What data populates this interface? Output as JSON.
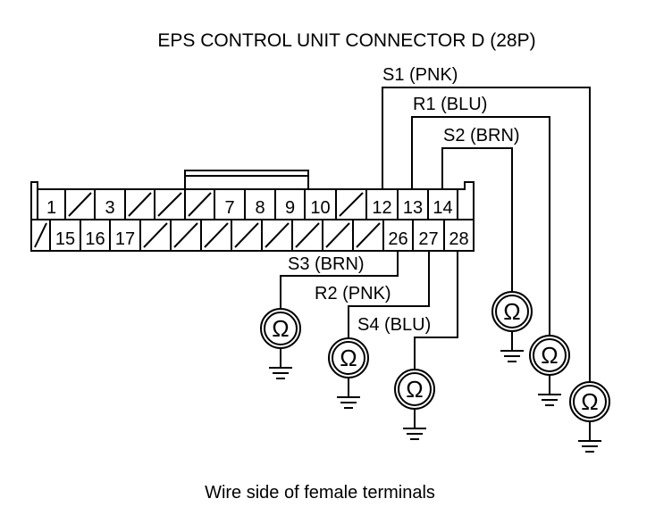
{
  "title": "EPS CONTROL UNIT CONNECTOR D (28P)",
  "caption": "Wire side of female terminals",
  "connector": {
    "row1": [
      "1",
      "",
      "3",
      "",
      "",
      "",
      "7",
      "8",
      "9",
      "10",
      "",
      "12",
      "13",
      "14"
    ],
    "row2": [
      "",
      "15",
      "16",
      "17",
      "",
      "",
      "",
      "",
      "",
      "",
      "",
      "",
      "26",
      "27",
      "28"
    ]
  },
  "wires": {
    "s1": "S1 (PNK)",
    "r1": "R1 (BLU)",
    "s2": "S2 (BRN)",
    "s3": "S3 (BRN)",
    "r2": "R2 (PNK)",
    "s4": "S4 (BLU)"
  },
  "ohm_symbol": "Ω",
  "icons": {
    "meter": "ohmmeter-icon",
    "ground": "ground-icon"
  }
}
